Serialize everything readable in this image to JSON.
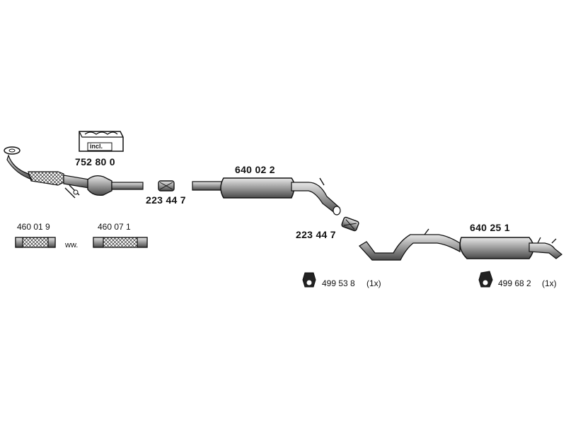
{
  "parts": {
    "gasket_set": {
      "badge": "incl.",
      "number": "752 80 0"
    },
    "front_pipe_catalyst": {},
    "clamp_1": {
      "number": "223 44 7"
    },
    "middle_silencer": {
      "number": "640 02 2"
    },
    "clamp_2": {
      "number": "223 44 7"
    },
    "rear_silencer": {
      "number": "640 25 1"
    },
    "flex_pipe_a": {
      "number": "460 01 9"
    },
    "connector": {
      "text": "ww."
    },
    "flex_pipe_b": {
      "number": "460 07 1"
    },
    "hanger_1": {
      "number": "499 53 8",
      "qty": "(1x)"
    },
    "hanger_2": {
      "number": "499 68 2",
      "qty": "(1x)"
    }
  }
}
